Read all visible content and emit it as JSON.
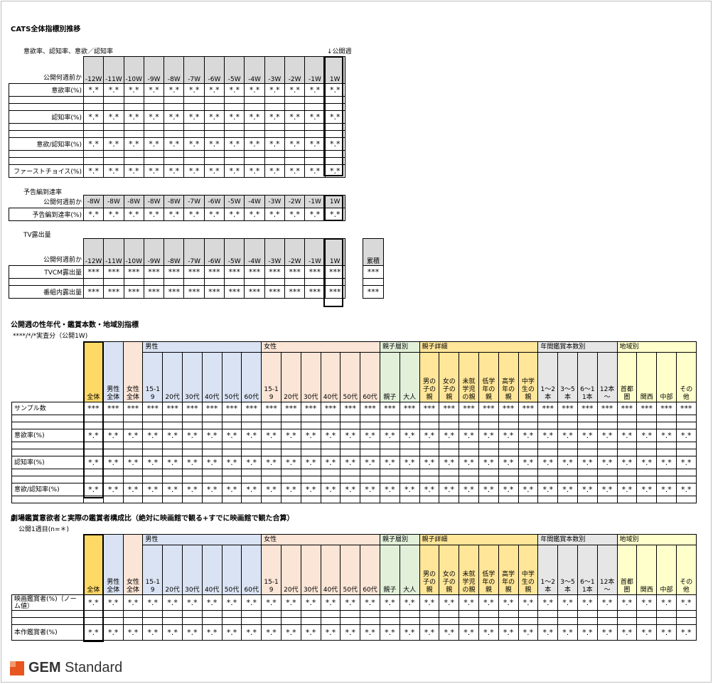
{
  "sec1": {
    "title": "CATS全体指標別推移",
    "subtitle": "意欲率、認知率、意欲／認知率",
    "release_note": "↓公開週",
    "header_label": "公開何週前か",
    "weeks": [
      "-12W",
      "-11W",
      "-10W",
      "-9W",
      "-8W",
      "-7W",
      "-6W",
      "-5W",
      "-4W",
      "-3W",
      "-2W",
      "-1W",
      "1W"
    ],
    "rows": [
      {
        "label": "意欲率(%)",
        "values": [
          "*.*",
          "*.*",
          "*.*",
          "*.*",
          "*.*",
          "*.*",
          "*.*",
          "*.*",
          "*.*",
          "*.*",
          "*.*",
          "*.*",
          "*.*"
        ]
      },
      {
        "label": "認知率(%)",
        "values": [
          "*.*",
          "*.*",
          "*.*",
          "*.*",
          "*.*",
          "*.*",
          "*.*",
          "*.*",
          "*.*",
          "*.*",
          "*.*",
          "*.*",
          "*.*"
        ]
      },
      {
        "label": "意欲/認知率(%)",
        "values": [
          "*.*",
          "*.*",
          "*.*",
          "*.*",
          "*.*",
          "*.*",
          "*.*",
          "*.*",
          "*.*",
          "*.*",
          "*.*",
          "*.*",
          "*.*"
        ]
      },
      {
        "label": "ファーストチョイス(%)",
        "values": [
          "*.*",
          "*.*",
          "*.*",
          "*.*",
          "*.*",
          "*.*",
          "*.*",
          "*.*",
          "*.*",
          "*.*",
          "*.*",
          "*.*",
          "*.*"
        ]
      }
    ]
  },
  "sec2": {
    "subtitle": "予告編到達率",
    "header_label": "公開何週前か",
    "weeks": [
      "-8W",
      "-8W",
      "-8W",
      "-8W",
      "-8W",
      "-7W",
      "-6W",
      "-5W",
      "-4W",
      "-3W",
      "-2W",
      "-1W",
      "1W"
    ],
    "rows": [
      {
        "label": "予告編到達率(%)",
        "values": [
          "*.*",
          "*.*",
          "*.*",
          "*.*",
          "*.*",
          "*.*",
          "*.*",
          "*.*",
          "*.*",
          "*.*",
          "*.*",
          "*.*",
          "*.*"
        ]
      }
    ]
  },
  "sec3": {
    "subtitle": "TV露出量",
    "header_label": "公開何週前か",
    "weeks": [
      "-12W",
      "-11W",
      "-10W",
      "-9W",
      "-8W",
      "-7W",
      "-6W",
      "-5W",
      "-4W",
      "-3W",
      "-2W",
      "-1W",
      "1W"
    ],
    "cumulative_label": "累積",
    "rows": [
      {
        "label": "TVCM露出量",
        "values": [
          "***",
          "***",
          "***",
          "***",
          "***",
          "***",
          "***",
          "***",
          "***",
          "***",
          "***",
          "***",
          "***"
        ],
        "cumulative": "***"
      },
      {
        "label": "番組内露出量",
        "values": [
          "***",
          "***",
          "***",
          "***",
          "***",
          "***",
          "***",
          "***",
          "***",
          "***",
          "***",
          "***",
          "***"
        ],
        "cumulative": "***"
      }
    ]
  },
  "sec4": {
    "title": "公開週の性年代・鑑賞本数・地域別指標",
    "subtitle": "****/*/*実査分（公開1W)",
    "rows": [
      {
        "label": "サンプル数",
        "value": "***"
      },
      {
        "label": "意欲率(%)",
        "value": "*.*"
      },
      {
        "label": "認知率(%)",
        "value": "*.*"
      },
      {
        "label": "意欲/認知率(%)",
        "value": "*.*"
      }
    ]
  },
  "sec5": {
    "title": "劇場鑑賞意欲者と実際の鑑賞者構成比（絶対に映画館で観る+すでに映画館で観た合算）",
    "subtitle": "公開1週目(n=＊)",
    "rows": [
      {
        "label": "映画鑑賞者(%)（ノーム値）",
        "value": "*.*"
      },
      {
        "label": "本作鑑賞者(%)",
        "value": "*.*"
      }
    ]
  },
  "demo_header": {
    "groups": {
      "men": "男性",
      "women": "女性",
      "parent": "親子層別",
      "parent_detail": "親子詳細",
      "count": "年間鑑賞本数別",
      "region": "地域別"
    },
    "columns": [
      {
        "label": "全体",
        "cls": "c-all"
      },
      {
        "label": "男性全体",
        "cls": "c-men"
      },
      {
        "label": "女性全体",
        "cls": "c-wom"
      },
      {
        "label": "15-19",
        "cls": "c-men"
      },
      {
        "label": "20代",
        "cls": "c-men"
      },
      {
        "label": "30代",
        "cls": "c-men"
      },
      {
        "label": "40代",
        "cls": "c-men"
      },
      {
        "label": "50代",
        "cls": "c-men"
      },
      {
        "label": "60代",
        "cls": "c-men"
      },
      {
        "label": "15-19",
        "cls": "c-wom"
      },
      {
        "label": "20代",
        "cls": "c-wom"
      },
      {
        "label": "30代",
        "cls": "c-wom"
      },
      {
        "label": "40代",
        "cls": "c-wom"
      },
      {
        "label": "50代",
        "cls": "c-wom"
      },
      {
        "label": "60代",
        "cls": "c-wom"
      },
      {
        "label": "親子",
        "cls": "c-par"
      },
      {
        "label": "大人",
        "cls": "c-par"
      },
      {
        "label": "男の子の親",
        "cls": "c-det"
      },
      {
        "label": "女の子の親",
        "cls": "c-det"
      },
      {
        "label": "未就学児の親",
        "cls": "c-det"
      },
      {
        "label": "低学年の親",
        "cls": "c-det"
      },
      {
        "label": "高学年の親",
        "cls": "c-det"
      },
      {
        "label": "中学生の親",
        "cls": "c-det"
      },
      {
        "label": "1～2本",
        "cls": "c-cnt"
      },
      {
        "label": "3～5本",
        "cls": "c-cnt"
      },
      {
        "label": "6～11本",
        "cls": "c-cnt"
      },
      {
        "label": "12本～",
        "cls": "c-cnt"
      },
      {
        "label": "首都圏",
        "cls": "c-reg"
      },
      {
        "label": "関西",
        "cls": "c-reg"
      },
      {
        "label": "中部",
        "cls": "c-reg"
      },
      {
        "label": "その他",
        "cls": "c-reg"
      }
    ]
  },
  "logo": {
    "brand": "GEM",
    "suffix": "Standard"
  }
}
